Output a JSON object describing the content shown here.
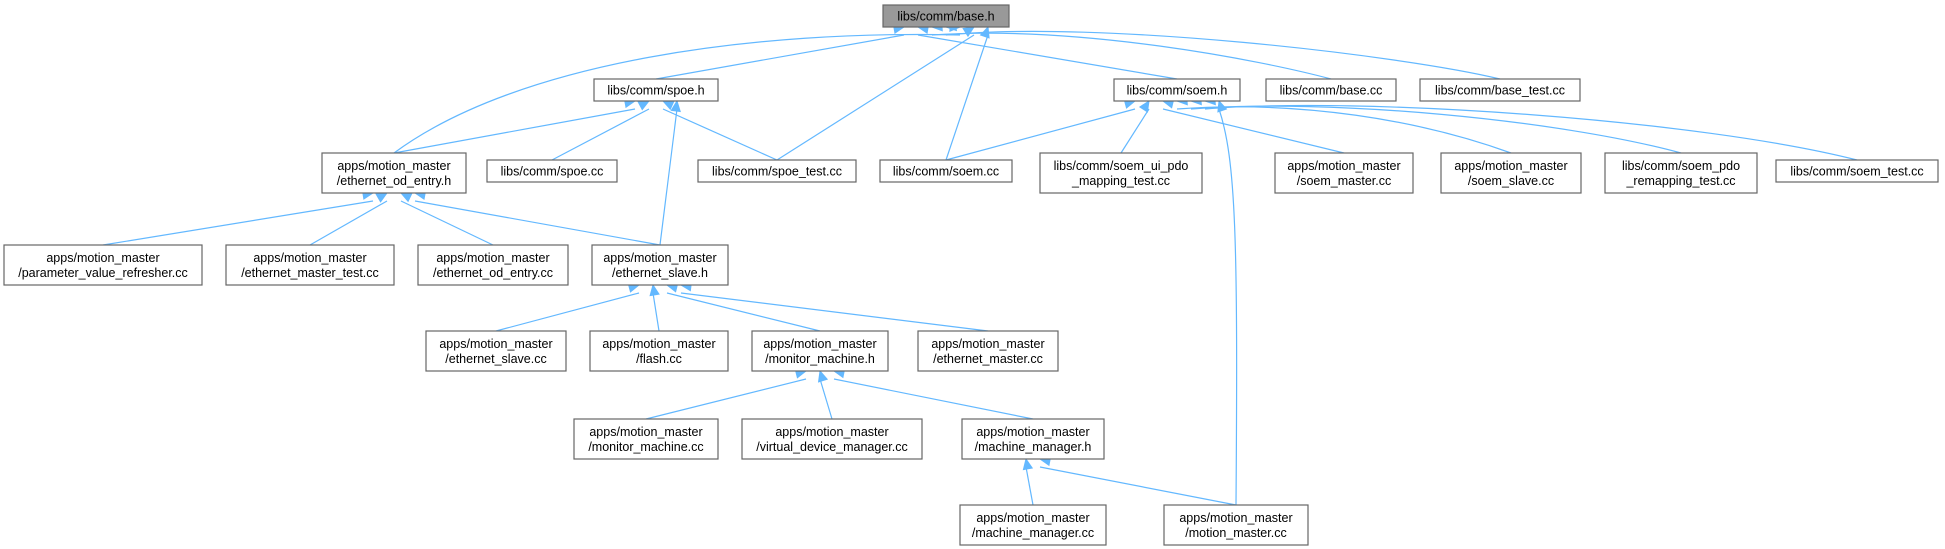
{
  "graph": {
    "nodes": [
      {
        "id": "base_h",
        "lines": [
          "libs/comm/base.h"
        ],
        "root": true
      },
      {
        "id": "spoe_h",
        "lines": [
          "libs/comm/spoe.h"
        ]
      },
      {
        "id": "soem_h",
        "lines": [
          "libs/comm/soem.h"
        ]
      },
      {
        "id": "base_cc",
        "lines": [
          "libs/comm/base.cc"
        ]
      },
      {
        "id": "base_test_cc",
        "lines": [
          "libs/comm/base_test.cc"
        ]
      },
      {
        "id": "eth_od_entry_h",
        "lines": [
          "apps/motion_master",
          "/ethernet_od_entry.h"
        ]
      },
      {
        "id": "spoe_cc",
        "lines": [
          "libs/comm/spoe.cc"
        ]
      },
      {
        "id": "spoe_test_cc",
        "lines": [
          "libs/comm/spoe_test.cc"
        ]
      },
      {
        "id": "soem_cc",
        "lines": [
          "libs/comm/soem.cc"
        ]
      },
      {
        "id": "soem_ui_pdo",
        "lines": [
          "libs/comm/soem_ui_pdo",
          "_mapping_test.cc"
        ]
      },
      {
        "id": "soem_master_cc",
        "lines": [
          "apps/motion_master",
          "/soem_master.cc"
        ]
      },
      {
        "id": "soem_slave_cc",
        "lines": [
          "apps/motion_master",
          "/soem_slave.cc"
        ]
      },
      {
        "id": "soem_pdo_remap",
        "lines": [
          "libs/comm/soem_pdo",
          "_remapping_test.cc"
        ]
      },
      {
        "id": "soem_test_cc",
        "lines": [
          "libs/comm/soem_test.cc"
        ]
      },
      {
        "id": "param_refresher",
        "lines": [
          "apps/motion_master",
          "/parameter_value_refresher.cc"
        ]
      },
      {
        "id": "eth_master_test",
        "lines": [
          "apps/motion_master",
          "/ethernet_master_test.cc"
        ]
      },
      {
        "id": "eth_od_entry_cc",
        "lines": [
          "apps/motion_master",
          "/ethernet_od_entry.cc"
        ]
      },
      {
        "id": "eth_slave_h",
        "lines": [
          "apps/motion_master",
          "/ethernet_slave.h"
        ]
      },
      {
        "id": "eth_slave_cc",
        "lines": [
          "apps/motion_master",
          "/ethernet_slave.cc"
        ]
      },
      {
        "id": "flash_cc",
        "lines": [
          "apps/motion_master",
          "/flash.cc"
        ]
      },
      {
        "id": "monitor_machine_h",
        "lines": [
          "apps/motion_master",
          "/monitor_machine.h"
        ]
      },
      {
        "id": "eth_master_cc",
        "lines": [
          "apps/motion_master",
          "/ethernet_master.cc"
        ]
      },
      {
        "id": "monitor_machine_cc",
        "lines": [
          "apps/motion_master",
          "/monitor_machine.cc"
        ]
      },
      {
        "id": "virtual_dev_mgr",
        "lines": [
          "apps/motion_master",
          "/virtual_device_manager.cc"
        ]
      },
      {
        "id": "machine_manager_h",
        "lines": [
          "apps/motion_master",
          "/machine_manager.h"
        ]
      },
      {
        "id": "machine_manager_cc",
        "lines": [
          "apps/motion_master",
          "/machine_manager.cc"
        ]
      },
      {
        "id": "motion_master_cc",
        "lines": [
          "apps/motion_master",
          "/motion_master.cc"
        ]
      }
    ],
    "edges": [
      [
        "spoe_h",
        "base_h"
      ],
      [
        "soem_h",
        "base_h"
      ],
      [
        "base_cc",
        "base_h"
      ],
      [
        "base_test_cc",
        "base_h"
      ],
      [
        "eth_od_entry_h",
        "base_h"
      ],
      [
        "spoe_test_cc",
        "base_h"
      ],
      [
        "soem_cc",
        "base_h"
      ],
      [
        "eth_od_entry_h",
        "spoe_h"
      ],
      [
        "spoe_cc",
        "spoe_h"
      ],
      [
        "spoe_test_cc",
        "spoe_h"
      ],
      [
        "eth_slave_h",
        "spoe_h"
      ],
      [
        "soem_cc",
        "soem_h"
      ],
      [
        "soem_ui_pdo",
        "soem_h"
      ],
      [
        "soem_master_cc",
        "soem_h"
      ],
      [
        "soem_slave_cc",
        "soem_h"
      ],
      [
        "soem_pdo_remap",
        "soem_h"
      ],
      [
        "soem_test_cc",
        "soem_h"
      ],
      [
        "motion_master_cc",
        "soem_h"
      ],
      [
        "param_refresher",
        "eth_od_entry_h"
      ],
      [
        "eth_master_test",
        "eth_od_entry_h"
      ],
      [
        "eth_od_entry_cc",
        "eth_od_entry_h"
      ],
      [
        "eth_slave_h",
        "eth_od_entry_h"
      ],
      [
        "eth_slave_cc",
        "eth_slave_h"
      ],
      [
        "flash_cc",
        "eth_slave_h"
      ],
      [
        "monitor_machine_h",
        "eth_slave_h"
      ],
      [
        "eth_master_cc",
        "eth_slave_h"
      ],
      [
        "monitor_machine_cc",
        "monitor_machine_h"
      ],
      [
        "virtual_dev_mgr",
        "monitor_machine_h"
      ],
      [
        "machine_manager_h",
        "monitor_machine_h"
      ],
      [
        "machine_manager_cc",
        "machine_manager_h"
      ],
      [
        "motion_master_cc",
        "machine_manager_h"
      ]
    ],
    "colors": {
      "edge": "#63b8ff",
      "node_border": "#666666",
      "root_fill": "#999999",
      "node_fill": "#ffffff"
    }
  }
}
